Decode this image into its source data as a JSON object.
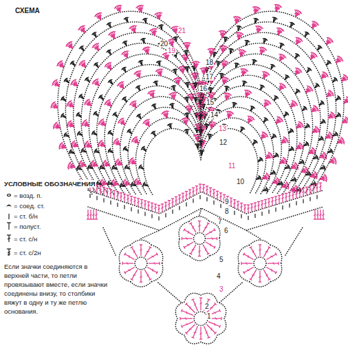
{
  "diagram": {
    "title": "СХЕМА",
    "labels": [
      "УСЛОВНЫЕ ОБОЗНАЧЕНИЯ",
      "Если значки соединяются в верхней части, то петли провязывают вместе, если значки соединены внизу, то столбики вяжут в одну и ту же петлю основания.",
      "1",
      "2",
      "3",
      "4",
      "5",
      "6",
      "7",
      "8",
      "9",
      "10",
      "11",
      "12",
      "13",
      "14",
      "15",
      "16",
      "17",
      "18",
      "19",
      "20",
      "21"
    ],
    "legend": [
      {
        "text": "= возд. п."
      },
      {
        "text": "= соед. ст."
      },
      {
        "text": "= ст. б/н"
      },
      {
        "text": "= полуст."
      },
      {
        "text": "= ст. с/н"
      },
      {
        "text": "= ст. с/2н"
      }
    ]
  }
}
